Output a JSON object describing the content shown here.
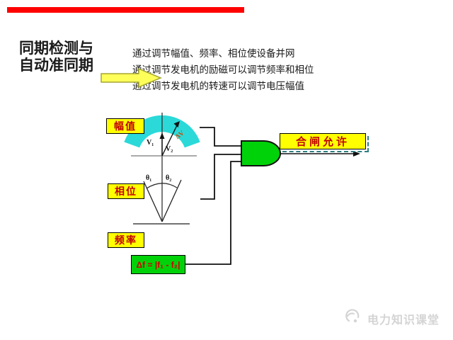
{
  "header": {
    "title_line1": "同期检测与",
    "title_line2": "自动准同期"
  },
  "bullets": [
    "通过调节幅值、频率、相位使设备并网",
    "通过调节发电机的励磁可以调节频率和相位",
    "通过调节发电机的转速可以调节电压幅值"
  ],
  "diagram": {
    "amplitude_label": "幅值",
    "phase_label": "相位",
    "frequency_label": "频率",
    "v1": "V₁",
    "v2": "V₂",
    "delta_v": "ΔV",
    "theta1": "θ₁",
    "theta2": "θ₂",
    "formula": "Δf = |f₁ - f₂|",
    "output_label": "合闸允许"
  },
  "watermark": {
    "text": "电力知识课堂"
  },
  "colors": {
    "top_bar_red": "#ff0000",
    "label_yellow": "#ffff00",
    "label_text_red": "#c00000",
    "gate_green": "#00d20a",
    "arc_cyan": "#2bd9d9",
    "arrow_yellow": "#ffff5a",
    "watermark_gray": "#d4d4d4"
  }
}
